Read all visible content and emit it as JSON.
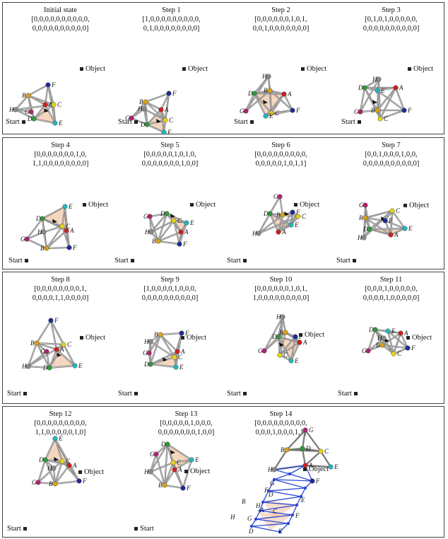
{
  "start_label": "Start",
  "object_label": "Object",
  "panels": [
    {
      "title": "Initial state",
      "vector": "[0,0,0,0,0,0,0,0,0,0,\n0,0,0,0,0,0,0,0,0,0]"
    },
    {
      "title": "Step 1",
      "vector": "[1,0,0,0,0,0,0,0,0,0,\n0,1,0,0,0,0,0,0,0,0]"
    },
    {
      "title": "Step 2",
      "vector": "[0,0,0,0,0,0,1,0,1,\n0,0,1,0,0,0,0,0,0,0]"
    },
    {
      "title": "Step 3",
      "vector": "[0,1,0,1,0,0,0,0,0,\n0,0,0,0,0,0,0,0,0,0]"
    },
    {
      "title": "Step 4",
      "vector": "[0,0,0,0,0,0,0,1,0,\n1,1,0,0,0,0,0,0,0,0]"
    },
    {
      "title": "Step 5",
      "vector": "[0,0,0,0,0,1,0,1,0,\n0,0,0,0,0,0,0,1,0,0]"
    },
    {
      "title": "Step 6",
      "vector": "[0,0,0,0,0,0,0,0,0,\n0,0,0,0,0,1,0,1,1]"
    },
    {
      "title": "Step 7",
      "vector": "[0,0,1,0,0,0,1,0,0,\n0,0,0,0,0,0,0,0,0,0]"
    },
    {
      "title": "Step 8",
      "vector": "[0,0,0,0,0,0,0,0,1,\n0,0,0,0,1,1,0,0,0,0]"
    },
    {
      "title": "Step 9",
      "vector": "[1,0,0,0,0,1,0,0,0,\n0,0,0,0,0,0,0,0,0,0]"
    },
    {
      "title": "Step 10",
      "vector": "[0,0,0,0,0,0,1,0,1,\n1,0,0,0,0,0,0,0,0,0]"
    },
    {
      "title": "Step 11",
      "vector": "[0,0,0,1,0,0,0,0,0,\n0,0,0,0,1,0,0,0,0,0]"
    },
    {
      "title": "Step 12",
      "vector": "[0,0,0,0,0,0,0,0,0,\n1,1,0,0,0,0,0,1,0]"
    },
    {
      "title": "Step 13",
      "vector": "[0,0,0,0,0,1,0,0,0,\n0,0,0,0,0,0,0,1,0,0]"
    },
    {
      "title": "Step 14",
      "vector": "[0,0,0,0,0,0,0,0,0,\n0,0,0,1,0,0,0,1,1]"
    }
  ],
  "colors": {
    "A": "#cc2222",
    "B": "#d9a21a",
    "C": "#e5d21c",
    "D": "#2f9a3a",
    "E": "#26b5bf",
    "F": "#1f2a9a",
    "G": "#b0246e",
    "H": "#8a8a8a",
    "tri": "#f2c8a8",
    "edge": "#9a9a9a",
    "trail": "#2b48d6"
  },
  "labels": [
    "A",
    "B",
    "C",
    "D",
    "E",
    "F",
    "G",
    "H"
  ]
}
